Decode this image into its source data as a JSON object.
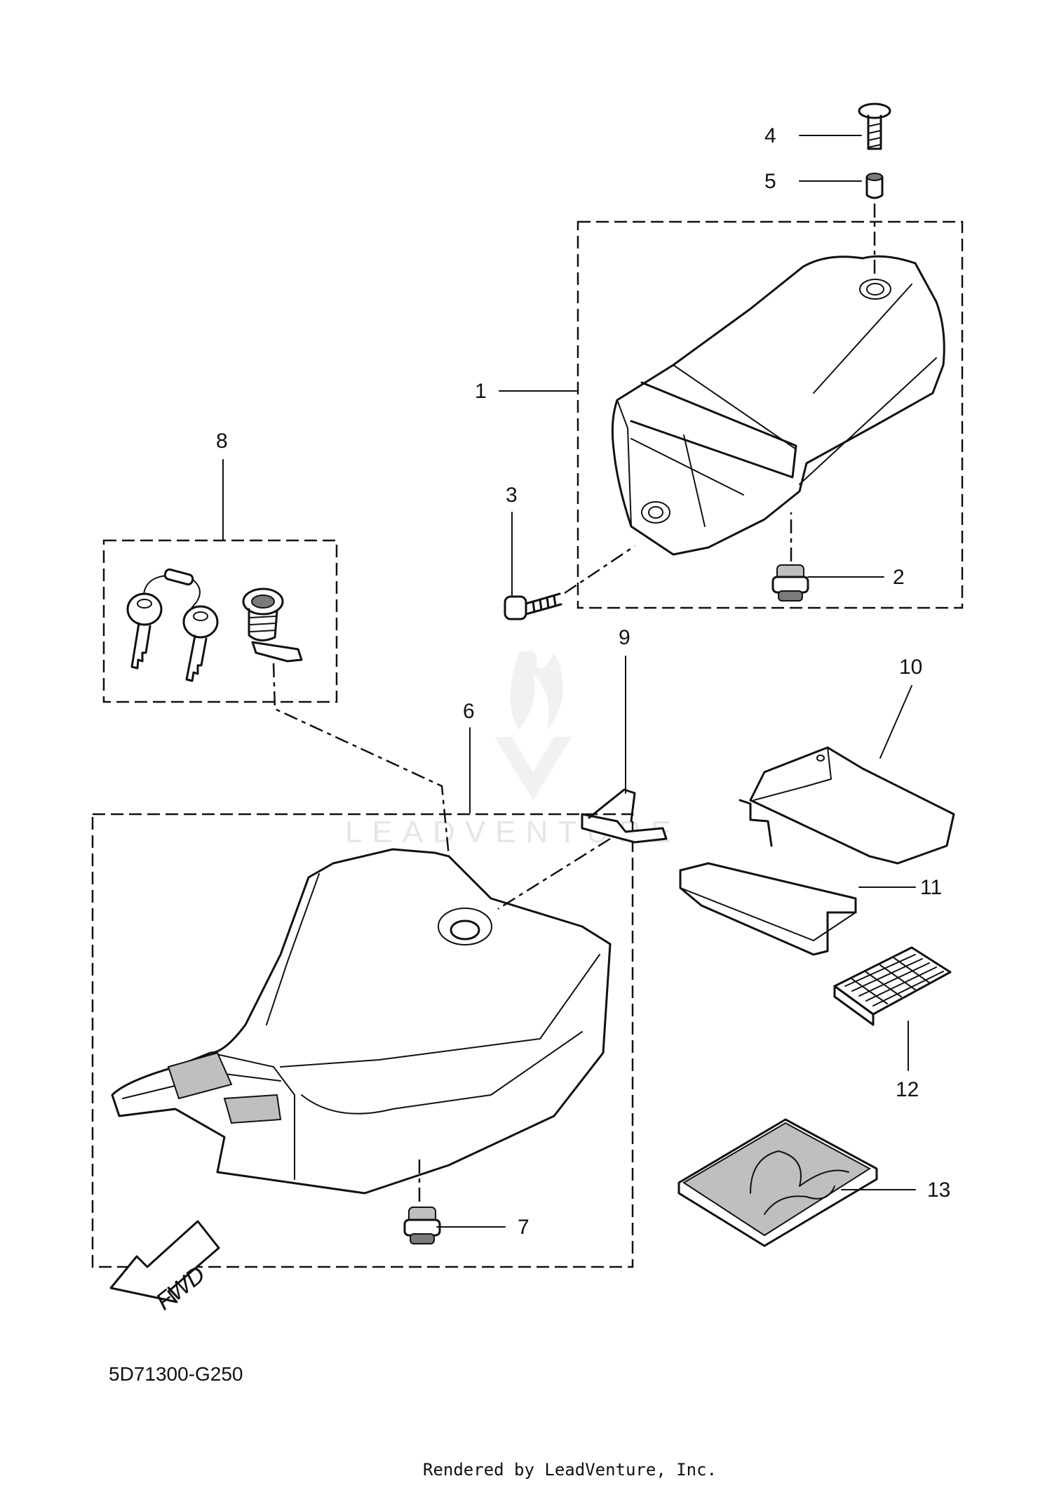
{
  "callouts": [
    {
      "id": "1",
      "text": "1"
    },
    {
      "id": "2",
      "text": "2"
    },
    {
      "id": "3",
      "text": "3"
    },
    {
      "id": "4",
      "text": "4"
    },
    {
      "id": "5",
      "text": "5"
    },
    {
      "id": "6",
      "text": "6"
    },
    {
      "id": "7",
      "text": "7"
    },
    {
      "id": "8",
      "text": "8"
    },
    {
      "id": "9",
      "text": "9"
    },
    {
      "id": "10",
      "text": "10"
    },
    {
      "id": "11",
      "text": "11"
    },
    {
      "id": "12",
      "text": "12"
    },
    {
      "id": "13",
      "text": "13"
    }
  ],
  "direction_label": "FWD",
  "diagram_code": "5D71300-G250",
  "watermark": "LEADVENTURE",
  "footer": "Rendered by LeadVenture, Inc."
}
